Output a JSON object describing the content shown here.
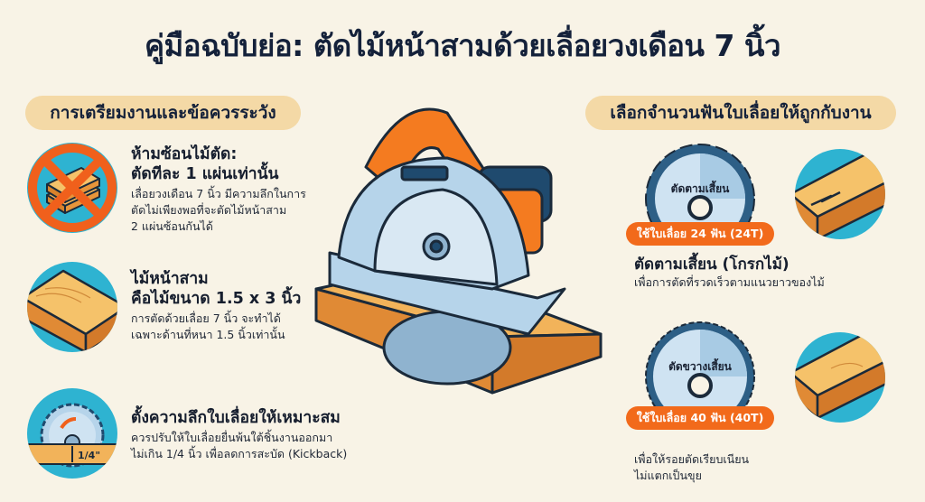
{
  "title": "คู่มือฉบับย่อ: ตัดไม้หน้าสามด้วยเลื่อยวงเดือน 7 นิ้ว",
  "colors": {
    "background": "#f8f3e6",
    "pill": "#f4d9a6",
    "accent_orange": "#f26a1b",
    "circle_blue": "#2eb3d1",
    "text_dark": "#14213a"
  },
  "left_section": {
    "header": "การเตรียมงานและข้อควรระวัง",
    "items": [
      {
        "icon": "no-stacked-wood-icon",
        "head_line1": "ห้ามซ้อนไม้ตัด:",
        "head_line2": "ตัดทีละ 1 แผ่นเท่านั้น",
        "body_line1": "เลื่อยวงเดือน 7 นิ้ว มีความลึกในการ",
        "body_line2": "ตัดไม่เพียงพอที่จะตัดไม้หน้าสาม",
        "body_line3": "2 แผ่นซ้อนกันได้"
      },
      {
        "icon": "wood-board-icon",
        "head_line1": "ไม้หน้าสาม",
        "head_line2": "คือไม้ขนาด 1.5 x 3 นิ้ว",
        "body_line1": "การตัดด้วยเลื่อย 7 นิ้ว จะทำได้",
        "body_line2": "เฉพาะด้านที่หนา 1.5 นิ้วเท่านั้น"
      },
      {
        "icon": "blade-depth-icon",
        "depth_label": "1/4\"",
        "head_line1": "ตั้งความลึกใบเลื่อยให้เหมาะสม",
        "body_line1": "ควรปรับให้ใบเลื่อยยื่นพ้นใต้ชิ้นงานออกมา",
        "body_line2": "ไม่เกิน 1/4 นิ้ว เพื่อลดการสะบัด (Kickback)"
      }
    ]
  },
  "center": {
    "illustration": "circular-saw-on-wood-illustration"
  },
  "right_section": {
    "header": "เลือกจำนวนฟันใบเลื่อยให้ถูกกับงาน",
    "blades": [
      {
        "blade_label": "ตัดตามเสี้ยน",
        "badge": "ใช้ใบเลื่อย 24 ฟัน (24T)",
        "head": "ตัดตามเสี้ยน (โกรกไม้)",
        "body_line1": "เพื่อการตัดที่รวดเร็วตามแนวยาวของไม้",
        "icon": "rip-cut-wood-icon"
      },
      {
        "blade_label": "ตัดขวางเสี้ยน",
        "badge": "ใช้ใบเลื่อย 40 ฟัน (40T)",
        "body_line1": "เพื่อให้รอยตัดเรียบเนียน",
        "body_line2": "ไม่แตกเป็นขุย",
        "icon": "crosscut-wood-icon"
      }
    ]
  }
}
